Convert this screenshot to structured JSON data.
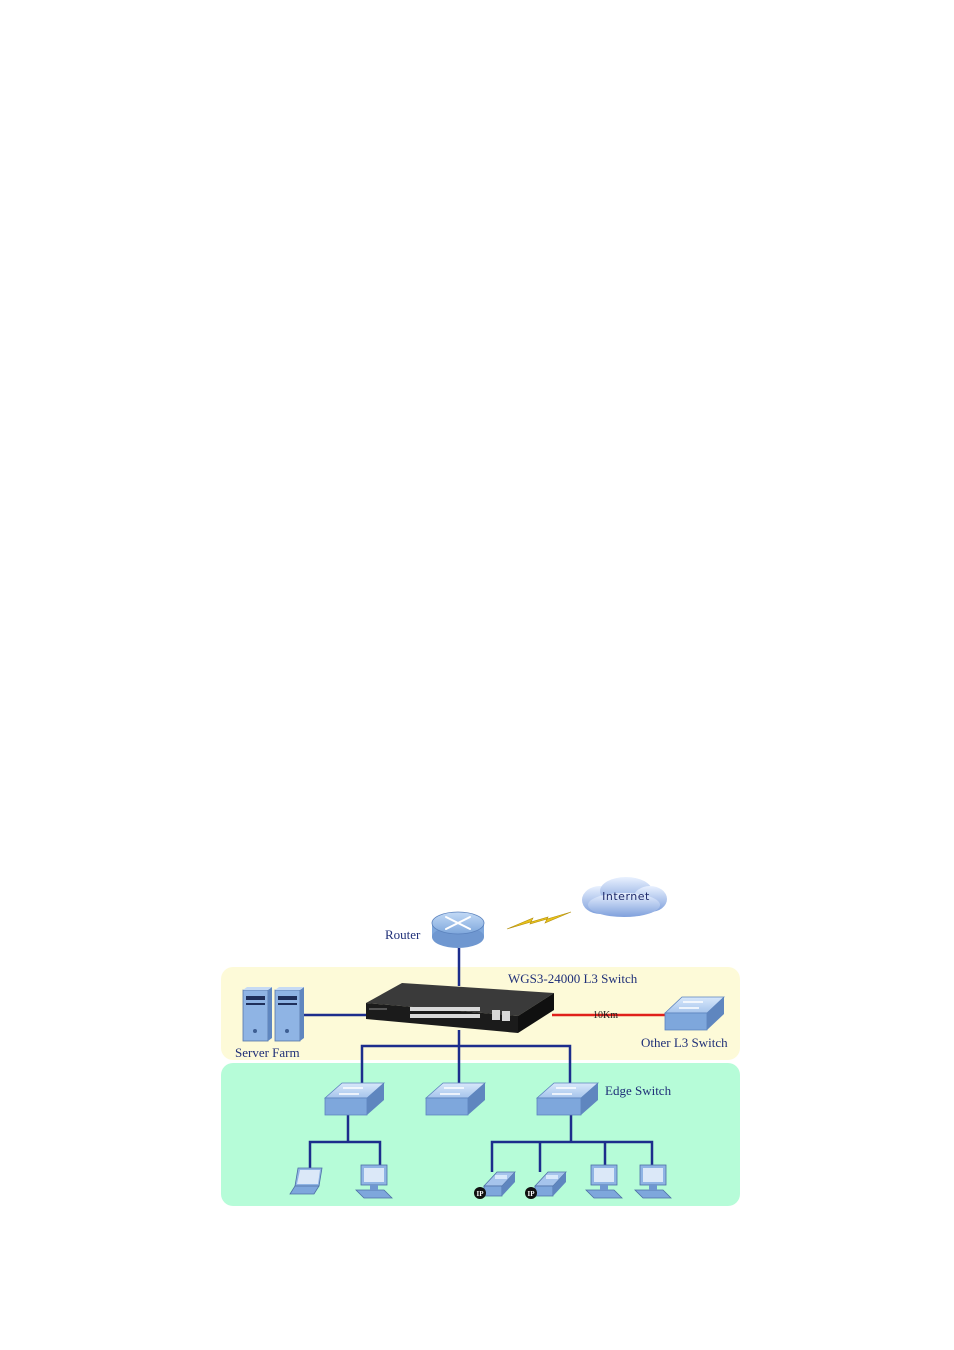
{
  "diagram": {
    "labels": {
      "internet": "Internet",
      "router": "Router",
      "core_switch": "WGS3-24000 L3 Switch",
      "server_farm": "Server Farm",
      "distance": "10Km",
      "other_switch": "Other L3 Switch",
      "edge_switch": "Edge Switch",
      "ip_badge": "IP"
    },
    "colors": {
      "core_zone": "#fdfad8",
      "edge_zone": "#b6fcd8",
      "link": "#1c2d8c",
      "fiber_link": "#e0201a",
      "device_blue": "#8fb4e4",
      "lightning": "#e9c21a"
    }
  }
}
